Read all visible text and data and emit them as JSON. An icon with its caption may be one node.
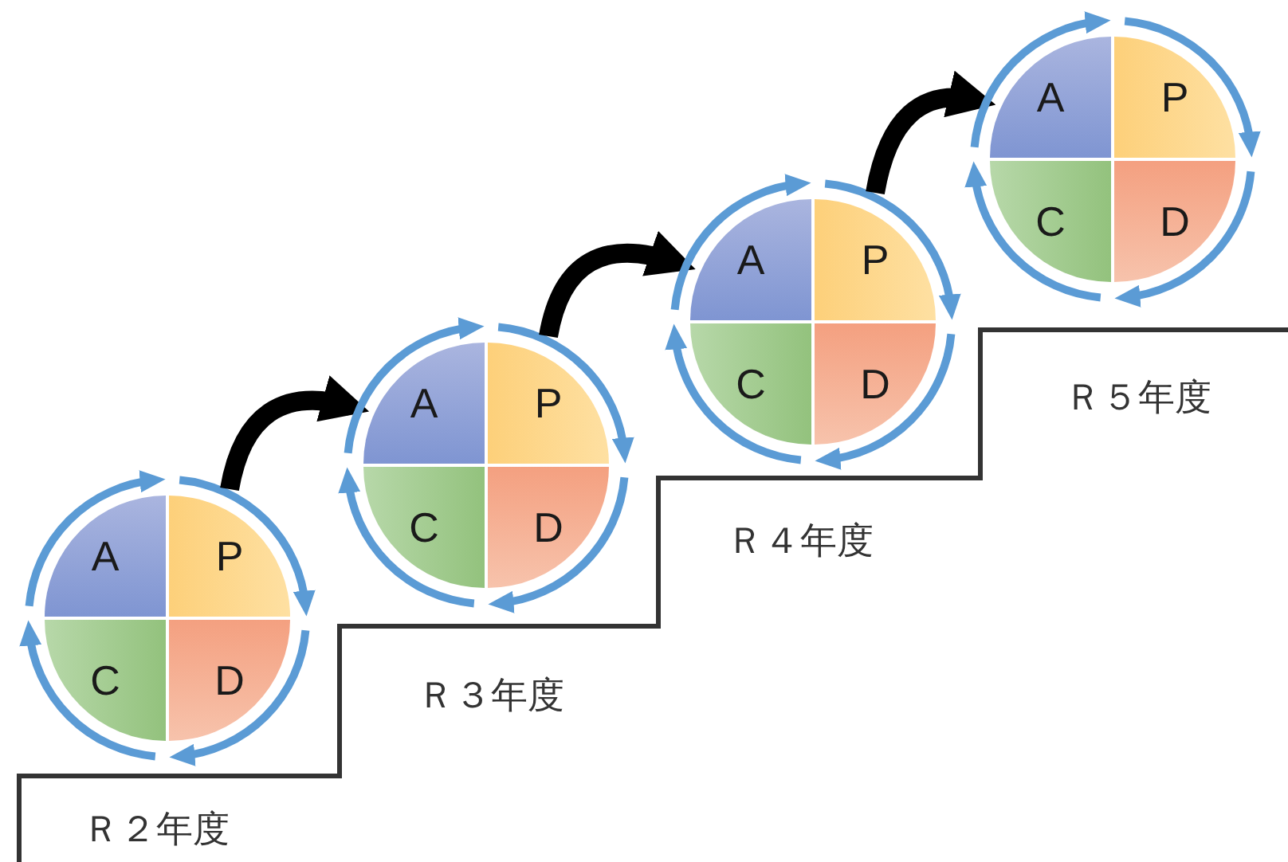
{
  "diagram": {
    "nodes": [
      {
        "text": [
          "A"
        ]
      },
      {
        "text": [
          "P"
        ]
      },
      {
        "text": [
          "C"
        ]
      },
      {
        "text": [
          "D"
        ]
      },
      {
        "text": [
          "A"
        ]
      },
      {
        "text": [
          "P"
        ]
      },
      {
        "text": [
          "C"
        ]
      },
      {
        "text": [
          "D"
        ]
      },
      {
        "text": [
          "A"
        ]
      },
      {
        "text": [
          "P"
        ]
      },
      {
        "text": [
          "C"
        ]
      },
      {
        "text": [
          "D"
        ]
      },
      {
        "text": [
          "A"
        ]
      },
      {
        "text": [
          "P"
        ]
      },
      {
        "text": [
          "C"
        ]
      },
      {
        "text": [
          "D"
        ]
      }
    ],
    "edges": [
      {
        "from": 0,
        "to": 1,
        "arrow": "to"
      },
      {
        "from": 1,
        "to": 3,
        "arrow": "to"
      },
      {
        "from": 3,
        "to": 2,
        "arrow": "to"
      },
      {
        "from": 2,
        "to": 0,
        "arrow": "to"
      },
      {
        "from": 1,
        "to": 4,
        "arrow": "to",
        "style": "thick",
        "color": "#000000"
      },
      {
        "from": 4,
        "to": 5,
        "arrow": "to"
      },
      {
        "from": 5,
        "to": 7,
        "arrow": "to"
      },
      {
        "from": 7,
        "to": 6,
        "arrow": "to"
      },
      {
        "from": 6,
        "to": 4,
        "arrow": "to"
      },
      {
        "from": 5,
        "to": 8,
        "arrow": "to",
        "style": "thick",
        "color": "#000000"
      },
      {
        "from": 8,
        "to": 9,
        "arrow": "to"
      },
      {
        "from": 9,
        "to": 11,
        "arrow": "to"
      },
      {
        "from": 11,
        "to": 10,
        "arrow": "to"
      },
      {
        "from": 10,
        "to": 8,
        "arrow": "to"
      },
      {
        "from": 9,
        "to": 12,
        "arrow": "to",
        "style": "thick",
        "color": "#000000"
      },
      {
        "from": 12,
        "to": 13,
        "arrow": "to"
      },
      {
        "from": 13,
        "to": 15,
        "arrow": "to"
      },
      {
        "from": 15,
        "to": 14,
        "arrow": "to"
      },
      {
        "from": 14,
        "to": 12,
        "arrow": "to"
      }
    ],
    "labels": [
      "Ｒ２年度",
      "Ｒ３年度",
      "Ｒ４年度",
      "Ｒ５年度"
    ]
  }
}
